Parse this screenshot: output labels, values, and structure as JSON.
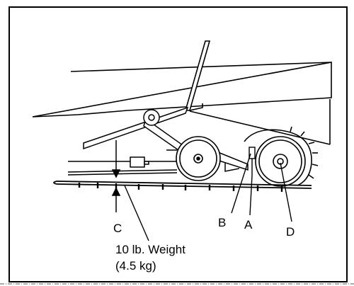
{
  "labels": {
    "a": "A",
    "b": "B",
    "c": "C",
    "d": "D",
    "weight_line1": "10 lb. Weight",
    "weight_line2": "(4.5 kg)"
  },
  "colors": {
    "line": "#000000",
    "background": "#ffffff"
  }
}
